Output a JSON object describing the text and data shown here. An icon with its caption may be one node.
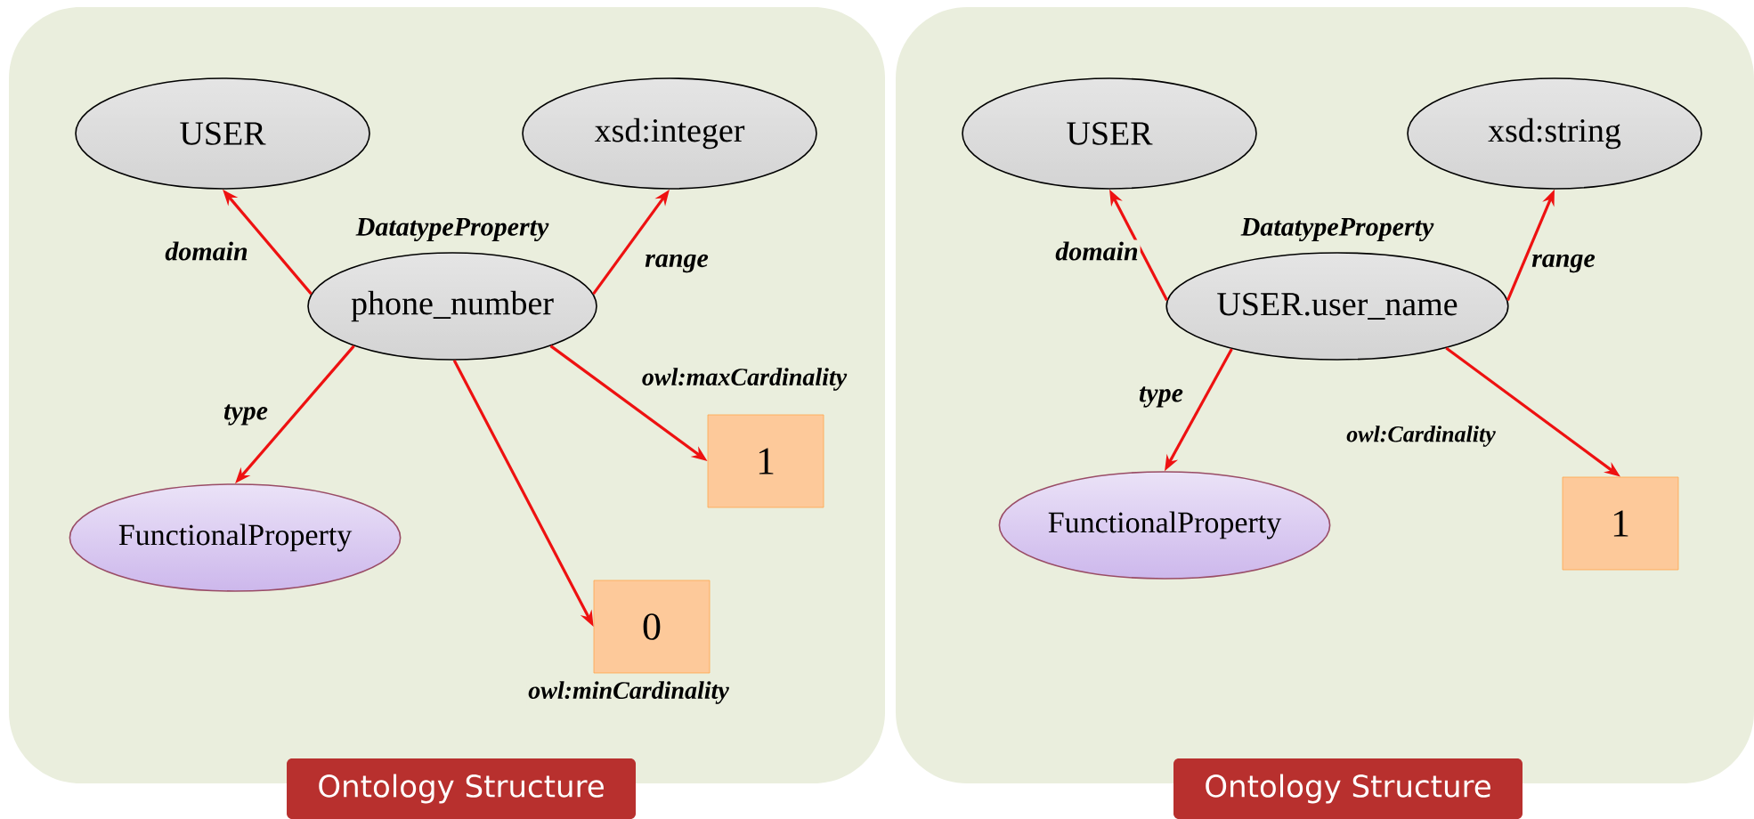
{
  "diagram": {
    "nodes": [
      {
        "text": [],
        "shape": "box"
      },
      {
        "text": [
          "USER"
        ],
        "in": 0
      },
      {
        "text": [
          "xsd:integer"
        ],
        "in": 0
      },
      {
        "text": [
          "phone_number"
        ],
        "in": 0,
        "beside": [
          "DatatypeProperty"
        ]
      },
      {
        "text": [
          "FunctionalProperty"
        ],
        "in": 0
      },
      {
        "text": [
          "1"
        ],
        "in": 0
      },
      {
        "text": [
          "0"
        ],
        "in": 0
      },
      {
        "text": [
          "Ontology Structure"
        ]
      },
      {
        "text": [],
        "shape": "box"
      },
      {
        "text": [
          "USER"
        ],
        "in": 8
      },
      {
        "text": [
          "xsd:string"
        ],
        "in": 8
      },
      {
        "text": [
          "USER.user_name"
        ],
        "in": 8,
        "beside": [
          "DatatypeProperty"
        ]
      },
      {
        "text": [
          "FunctionalProperty"
        ],
        "in": 8
      },
      {
        "text": [
          "1"
        ],
        "in": 8
      },
      {
        "text": [
          "Ontology Structure"
        ]
      }
    ],
    "edges": [
      {
        "from": 3,
        "to": 1,
        "arrow": "to",
        "label": "domain"
      },
      {
        "from": 3,
        "to": 2,
        "arrow": "to",
        "label": "range"
      },
      {
        "from": 3,
        "to": 4,
        "arrow": "to",
        "label": "type"
      },
      {
        "from": 3,
        "to": 5,
        "arrow": "to",
        "label": "owl:maxCardinality"
      },
      {
        "from": 3,
        "to": 6,
        "arrow": "to",
        "label": "owl:minCardinality"
      },
      {
        "from": 11,
        "to": 9,
        "arrow": "to",
        "label": "domain"
      },
      {
        "from": 11,
        "to": 10,
        "arrow": "to",
        "label": "range"
      },
      {
        "from": 11,
        "to": 12,
        "arrow": "to",
        "label": "type"
      },
      {
        "from": 11,
        "to": 13,
        "arrow": "to",
        "label": "owl:Cardinality"
      }
    ]
  }
}
